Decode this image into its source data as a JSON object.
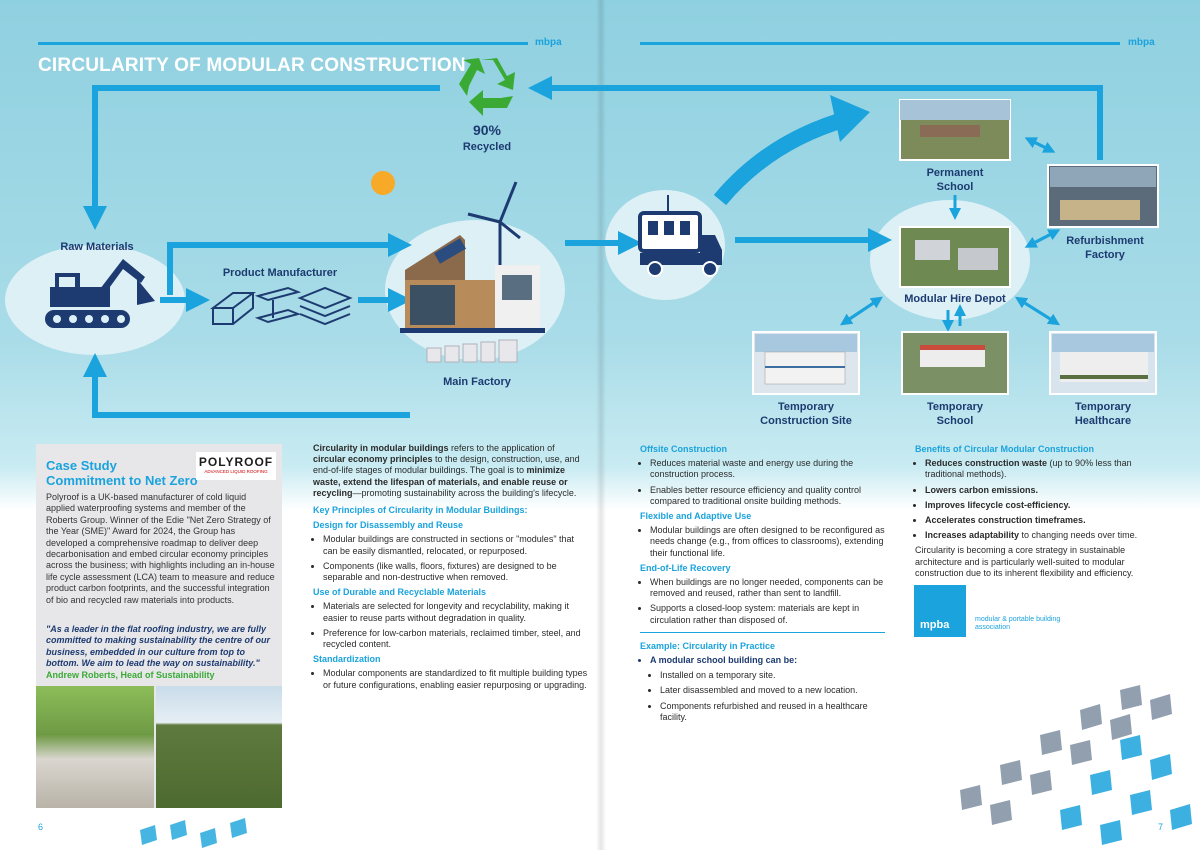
{
  "header": {
    "brand": "mbpa"
  },
  "title": "CIRCULARITY OF MODULAR CONSTRUCTION",
  "diagram": {
    "recycled_pct": "90%",
    "recycled_label": "Recycled",
    "raw_materials": "Raw Materials",
    "product_manufacturer": "Product Manufacturer",
    "main_factory": "Main Factory",
    "permanent_school": "Permanent\nSchool",
    "refurbishment_factory": "Refurbishment\nFactory",
    "modular_hire_depot": "Modular Hire Depot",
    "temp_construction_site": "Temporary\nConstruction Site",
    "temp_school": "Temporary\nSchool",
    "temp_healthcare": "Temporary\nHealthcare"
  },
  "case_study": {
    "title_line1": "Case Study",
    "title_line2": "Commitment to Net Zero",
    "logo_main": "POLYROOF",
    "logo_sub": "ADVANCED LIQUID ROOFING",
    "body": "Polyroof is a UK-based manufacturer of cold liquid applied waterproofing systems and member of the Roberts Group. Winner of the Edie \"Net Zero Strategy of the Year (SME)\" Award for 2024, the Group has developed a comprehensive roadmap to deliver deep decarbonisation and embed circular economy principles across the business; with highlights including an in-house life cycle assessment (LCA) team to measure and reduce product carbon footprints, and the successful integration of bio and recycled raw materials into products.",
    "quote": "\"As a leader in the flat roofing industry, we are fully committed to making sustainability the centre of our business, embedded in our culture from top to bottom. We aim to lead the way on sustainability.\"",
    "author": "Andrew Roberts, Head of Sustainability"
  },
  "col2": {
    "intro_b1": "Circularity in modular buildings",
    "intro_t1": " refers to the application of ",
    "intro_b2": "circular economy principles",
    "intro_t2": " to the design, construction, use, and end-of-life stages of modular buildings. The goal is to ",
    "intro_b3": "minimize waste, extend the lifespan of materials, and enable reuse or recycling",
    "intro_t3": "—promoting sustainability across the building's lifecycle.",
    "key_heading": "Key Principles of Circularity in Modular Buildings:",
    "h_design": "Design for Disassembly and Reuse",
    "d1": "Modular buildings are constructed in sections or \"modules\" that can be easily dismantled, relocated, or repurposed.",
    "d2": "Components (like walls, floors, fixtures) are designed to be separable and non-destructive when removed.",
    "h_materials": "Use of Durable and Recyclable Materials",
    "m1": "Materials are selected for longevity and recyclability, making it easier to reuse parts without degradation in quality.",
    "m2": "Preference for low-carbon materials, reclaimed timber, steel, and recycled content.",
    "h_standard": "Standardization",
    "s1": "Modular components are standardized to fit multiple building types or future configurations, enabling easier repurposing or upgrading."
  },
  "col3": {
    "h_offsite": "Offsite Construction",
    "o1": "Reduces material waste and energy use during the construction process.",
    "o2": "Enables better resource efficiency and quality control compared to traditional onsite building methods.",
    "h_flex": "Flexible and Adaptive Use",
    "f1": "Modular buildings are often designed to be reconfigured as needs change (e.g., from offices to classrooms), extending their functional life.",
    "h_eol": "End-of-Life Recovery",
    "e1": "When buildings are no longer needed, components can be removed and reused, rather than sent to landfill.",
    "e2": "Supports a closed-loop system: materials are kept in circulation rather than disposed of.",
    "h_example": "Example: Circularity in Practice",
    "ex_lead": "A modular school building can be:",
    "ex1": "Installed on a temporary site.",
    "ex2": "Later disassembled and moved to a new location.",
    "ex3": "Components refurbished and reused in a healthcare facility."
  },
  "col4": {
    "h_benefits": "Benefits of Circular Modular Construction",
    "b1_bold": "Reduces construction waste",
    "b1_rest": " (up to 90% less than traditional methods).",
    "b2": "Lowers carbon emissions.",
    "b3": "Improves lifecycle cost-efficiency.",
    "b4": "Accelerates construction timeframes.",
    "b5_bold": "Increases adaptability",
    "b5_rest": " to changing needs over time.",
    "closing": "Circularity is becoming a core strategy in sustainable architecture and is particularly well-suited to modular construction due to its inherent flexibility and efficiency.",
    "logo_text": "mpba",
    "assoc": "modular & portable building association"
  },
  "pages": {
    "left": "6",
    "right": "7"
  },
  "colors": {
    "accent": "#1aa3dc",
    "navy": "#1d3b70",
    "green": "#3aaa35"
  }
}
